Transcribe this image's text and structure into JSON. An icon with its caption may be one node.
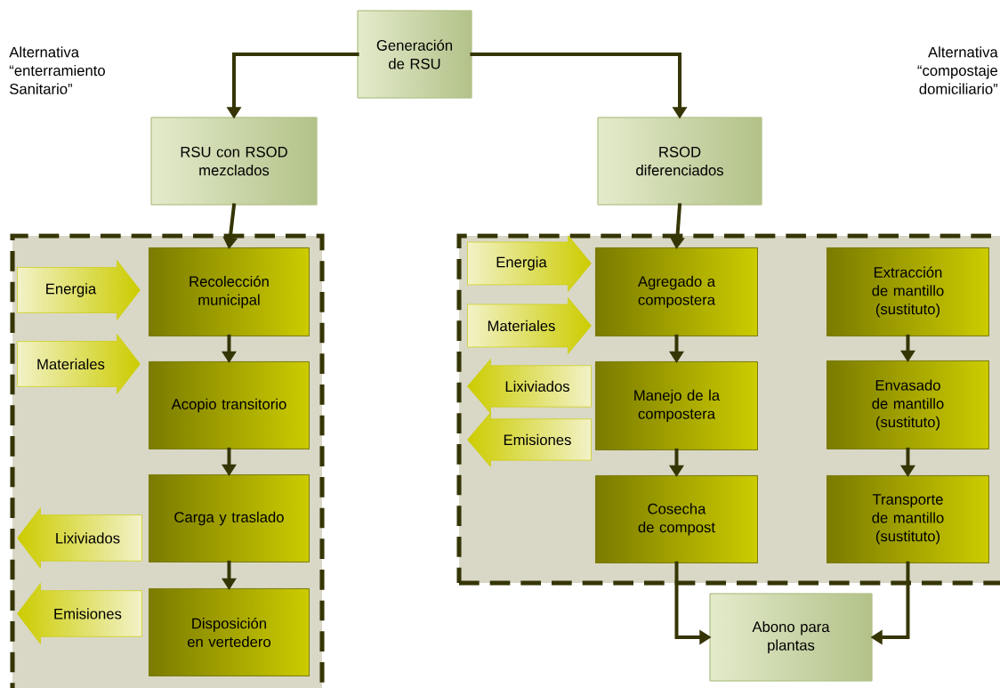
{
  "diagram": {
    "nodes": [
      {
        "text": [
          "Generación de RSU"
        ]
      },
      {
        "text": [
          "RSU con RSOD mezclados"
        ]
      },
      {
        "text": [
          "RSOD diferenciados"
        ]
      },
      {
        "text": [],
        "shape": "box"
      },
      {
        "text": [
          "Energia"
        ],
        "in": 3
      },
      {
        "text": [
          "Recolección municipal"
        ],
        "in": 3
      },
      {
        "text": [
          "Materiales"
        ],
        "in": 3
      },
      {
        "text": [
          "Acopio transitorio"
        ],
        "in": 3
      },
      {
        "text": [
          "Carga y traslado"
        ],
        "in": 3
      },
      {
        "text": [
          "Lixiviados"
        ],
        "in": 3
      },
      {
        "text": [
          "Emisiones"
        ],
        "in": 3
      },
      {
        "text": [
          "Disposición en vertedero"
        ],
        "in": 3
      },
      {
        "text": [],
        "shape": "box"
      },
      {
        "text": [
          "Energia"
        ],
        "in": 12
      },
      {
        "text": [
          "Agregado a compostera"
        ],
        "in": 12
      },
      {
        "text": [
          "Extracción de mantillo (sustituto)"
        ],
        "in": 12
      },
      {
        "text": [
          "Materiales"
        ],
        "in": 12
      },
      {
        "text": [
          "Lixiviados"
        ],
        "in": 12
      },
      {
        "text": [
          "Manejo de la compostera"
        ],
        "in": 12
      },
      {
        "text": [
          "Envasado de mantillo (sustituto)"
        ],
        "in": 12
      },
      {
        "text": [
          "Emisiones"
        ],
        "in": 12
      },
      {
        "text": [
          "Cosecha de compost"
        ],
        "in": 12
      },
      {
        "text": [
          "Transporte de mantillo (sustituto)"
        ],
        "in": 12
      },
      {
        "text": [
          "Abono para plantas"
        ]
      }
    ],
    "edges": [
      {
        "from": 0,
        "to": 1,
        "arrow": "to"
      },
      {
        "from": 0,
        "to": 2,
        "arrow": "to"
      },
      {
        "from": 1,
        "to": 5,
        "arrow": "to"
      },
      {
        "from": 5,
        "to": 7,
        "arrow": "to"
      },
      {
        "from": 7,
        "to": 8,
        "arrow": "to"
      },
      {
        "from": 8,
        "to": 11,
        "arrow": "to"
      },
      {
        "from": 2,
        "to": 14,
        "arrow": "to"
      },
      {
        "from": 14,
        "to": 18,
        "arrow": "to"
      },
      {
        "from": 18,
        "to": 21,
        "arrow": "to"
      },
      {
        "from": 15,
        "to": 19,
        "arrow": "to"
      },
      {
        "from": 19,
        "to": 22,
        "arrow": "to"
      },
      {
        "from": 21,
        "to": 23,
        "arrow": "to"
      },
      {
        "from": 22,
        "to": 23,
        "arrow": "to"
      }
    ],
    "labels": [
      "Alternativa “enterramiento Sanitario”",
      "Alternativa “compostaje domiciliario”"
    ]
  }
}
